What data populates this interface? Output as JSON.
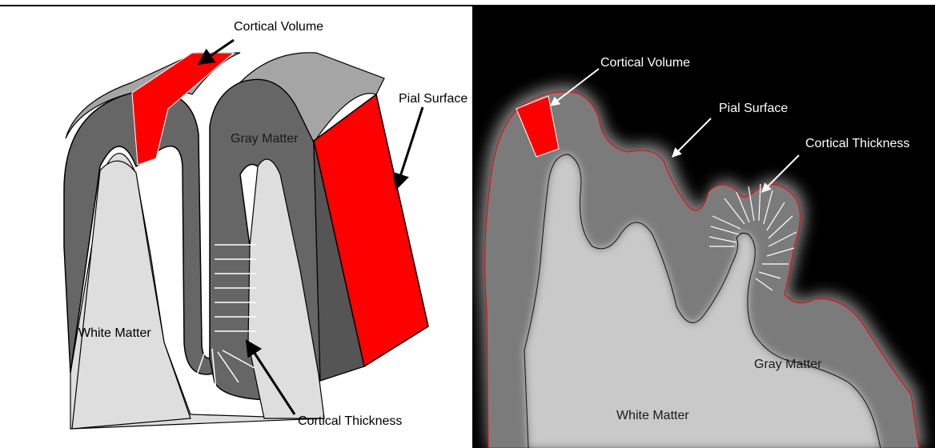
{
  "left_panel": {
    "labels": {
      "cortical_volume": "Cortical Volume",
      "pial_surface": "Pial Surface",
      "gray_matter": "Gray Matter",
      "white_matter": "White Matter",
      "cortical_thickness": "Cortical Thickness"
    }
  },
  "right_panel": {
    "labels": {
      "cortical_volume": "Cortical Volume",
      "pial_surface": "Pial Surface",
      "cortical_thickness": "Cortical Thickness",
      "gray_matter": "Gray Matter",
      "white_matter": "White Matter"
    }
  },
  "colors": {
    "highlight_red": "#ff0000",
    "gray_matter_dark": "#666666",
    "gray_matter_top": "#a5a5a5",
    "white_matter_light": "#dedede",
    "pial_outline": "#e01010"
  }
}
